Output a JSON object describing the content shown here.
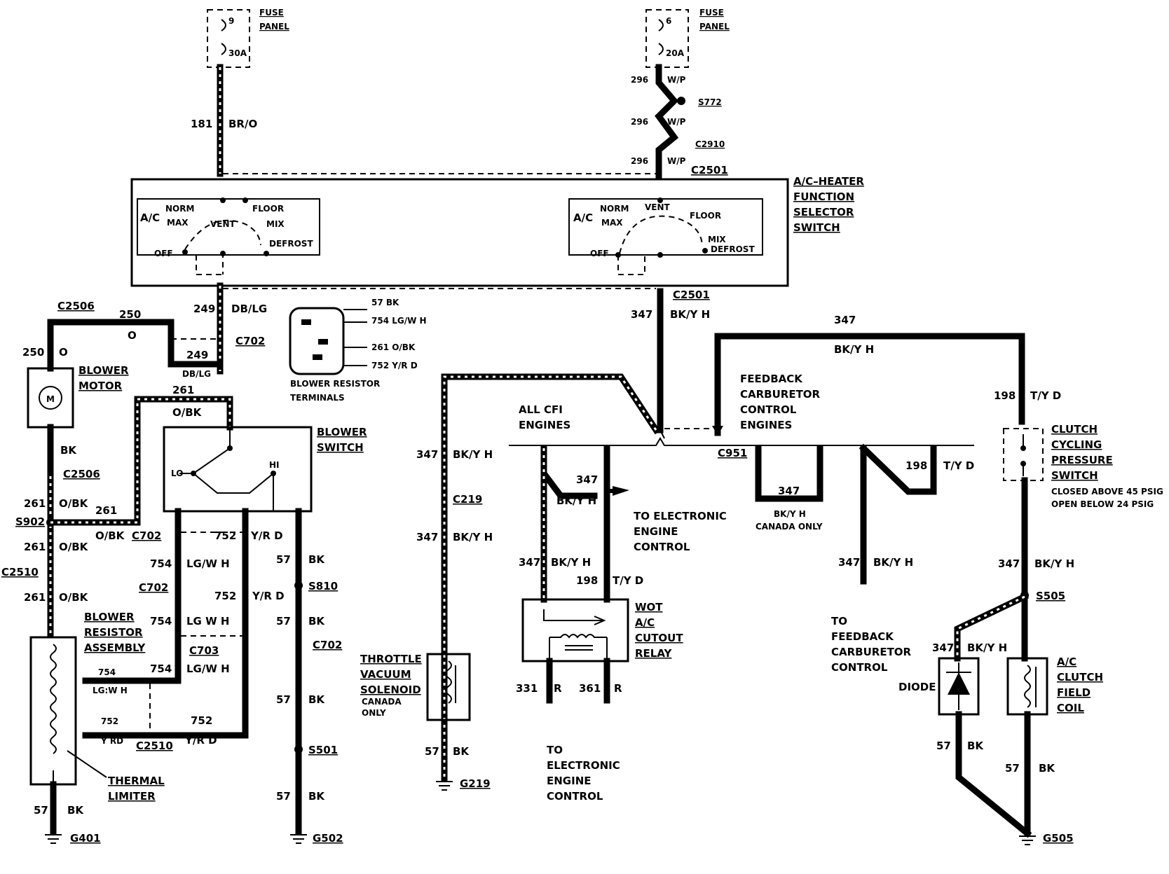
{
  "fuse_left": {
    "number": "9",
    "rating": "30A",
    "label_line1": "FUSE",
    "label_line2": "PANEL"
  },
  "fuse_right": {
    "number": "6",
    "rating": "20A",
    "label_line1": "FUSE",
    "label_line2": "PANEL"
  },
  "wires": {
    "w181": {
      "num": "181",
      "color": "BR/O"
    },
    "w296a": {
      "num": "296",
      "color": "W/P"
    },
    "w296b": {
      "num": "296",
      "color": "W/P"
    },
    "w296c": {
      "num": "296",
      "color": "W/P"
    },
    "w249a": {
      "num": "249",
      "color": "DB/LG"
    },
    "w249b": {
      "num": "249",
      "color": "DB/LG"
    },
    "w250a": {
      "num": "250",
      "color": "O"
    },
    "w250b": {
      "num": "250",
      "color": "O"
    },
    "w347top": {
      "num": "347",
      "color": "BK/Y H"
    },
    "w347feedback": {
      "num": "347",
      "color": "BK/Y H"
    },
    "w198clutch": {
      "num": "198",
      "color": "T/Y D"
    },
    "w261top": {
      "num": "261",
      "color": "O/BK"
    },
    "w261a": {
      "num": "261",
      "color": "O/BK"
    },
    "w261b": {
      "num": "261",
      "color": "O/BK"
    },
    "w261c": {
      "num": "261",
      "color": "O/BK"
    },
    "w261d": {
      "num": "261",
      "color": "O/BK"
    },
    "wBKmotor": {
      "num": "",
      "color": "BK"
    },
    "w754a": {
      "num": "754",
      "color": "LG/W H"
    },
    "w754b": {
      "num": "754",
      "color": "LG W H"
    },
    "w754c": {
      "num": "754",
      "color": "LG/W H"
    },
    "w754d": {
      "num": "754",
      "color": "LG:W H"
    },
    "w752a": {
      "num": "752",
      "color": "Y/R D"
    },
    "w752b": {
      "num": "752",
      "color": "Y/R D"
    },
    "w752c": {
      "num": "752",
      "color": "Y RD"
    },
    "w752d": {
      "num": "752",
      "color": "Y/R D"
    },
    "w57a": {
      "num": "57",
      "color": "BK"
    },
    "w57b": {
      "num": "57",
      "color": "BK"
    },
    "w57c": {
      "num": "57",
      "color": "BK"
    },
    "w57d": {
      "num": "57",
      "color": "BK"
    },
    "w57e": {
      "num": "57",
      "color": "BK"
    },
    "w57f": {
      "num": "57",
      "color": "BK"
    },
    "w57g": {
      "num": "57",
      "color": "BK"
    },
    "w347c219a": {
      "num": "347",
      "color": "BK/Y H"
    },
    "w347c219b": {
      "num": "347",
      "color": "BK/Y H"
    },
    "w347eec": {
      "num": "347",
      "color": "BK/Y H"
    },
    "w347relay": {
      "num": "347",
      "color": "BK/Y H"
    },
    "w198relay": {
      "num": "198",
      "color": "T/Y D"
    },
    "w331": {
      "num": "331",
      "color": "R"
    },
    "w361": {
      "num": "361",
      "color": "R"
    },
    "w347canada": {
      "num": "347",
      "color": "BK/Y H"
    },
    "w198c951": {
      "num": "198",
      "color": "T/Y D"
    },
    "w347fbc": {
      "num": "347",
      "color": "BK/Y H"
    },
    "w347s505": {
      "num": "347",
      "color": "BK/Y H"
    },
    "w347diode": {
      "num": "347",
      "color": "BK/Y H"
    }
  },
  "connectors": {
    "c2501_top": "C2501",
    "c2501_bot": "C2501",
    "c2910": "C2910",
    "s772": "S772",
    "c2506_top": "C2506",
    "c2506_mid": "C2506",
    "c702_top": "C702",
    "c702_blower": "C702",
    "c702_754": "C702",
    "c702_57": "C702",
    "c703": "C703",
    "c2510_left": "C2510",
    "c2510_bot": "C2510",
    "s902": "S902",
    "s810": "S810",
    "s501": "S501",
    "c219": "C219",
    "c951": "C951",
    "s505": "S505"
  },
  "grounds": {
    "g401": "G401",
    "g502": "G502",
    "g219": "G219",
    "g505": "G505"
  },
  "function_switch": {
    "title_lines": [
      "A/C–HEATER",
      "FUNCTION",
      "SELECTOR",
      "SWITCH"
    ],
    "left": {
      "ac": "A/C",
      "norm": "NORM",
      "max": "MAX",
      "vent": "VENT",
      "floor": "FLOOR",
      "mix": "MIX",
      "defrost": "DEFROST",
      "off": "OFF"
    },
    "right": {
      "ac": "A/C",
      "norm": "NORM",
      "max": "MAX",
      "vent": "VENT",
      "floor": "FLOOR",
      "mix": "MIX",
      "defrost": "DEFROST",
      "off": "OFF"
    }
  },
  "blower_motor": {
    "lines": [
      "BLOWER",
      "MOTOR"
    ],
    "symbol": "M"
  },
  "blower_switch": {
    "lines": [
      "BLOWER",
      "SWITCH"
    ],
    "lo": "LO",
    "hi": "HI"
  },
  "resistor_terminals": {
    "entries": [
      "57 BK",
      "754 LG/W H",
      "261 O/BK",
      "752 Y/R D"
    ],
    "caption_lines": [
      "BLOWER RESISTOR",
      "TERMINALS"
    ]
  },
  "resistor_assembly": {
    "lines": [
      "BLOWER",
      "RESISTOR",
      "ASSEMBLY"
    ]
  },
  "thermal_limiter": {
    "lines": [
      "THERMAL",
      "LIMITER"
    ]
  },
  "bus": {
    "cfi_lines": [
      "ALL CFI",
      "ENGINES"
    ],
    "feedback_lines": [
      "FEEDBACK",
      "CARBURETOR",
      "CONTROL",
      "ENGINES"
    ]
  },
  "to_eec_upper": [
    "TO ELECTRONIC",
    "ENGINE",
    "CONTROL"
  ],
  "to_eec_lower": [
    "TO",
    "ELECTRONIC",
    "ENGINE",
    "CONTROL"
  ],
  "to_fbc": [
    "TO",
    "FEEDBACK",
    "CARBURETOR",
    "CONTROL"
  ],
  "canada_only": "CANADA ONLY",
  "throttle_solenoid": {
    "lines": [
      "THROTTLE",
      "VACUUM",
      "SOLENOID"
    ],
    "note_lines": [
      "CANADA",
      "ONLY"
    ]
  },
  "wot_relay": {
    "lines": [
      "WOT",
      "A/C",
      "CUTOUT",
      "RELAY"
    ]
  },
  "clutch_switch": {
    "lines": [
      "CLUTCH",
      "CYCLING",
      "PRESSURE",
      "SWITCH"
    ],
    "notes": [
      "CLOSED ABOVE 45 PSIG",
      "OPEN BELOW 24 PSIG"
    ]
  },
  "diode": {
    "label": "DIODE"
  },
  "clutch_coil": {
    "lines": [
      "A/C",
      "CLUTCH",
      "FIELD",
      "COIL"
    ]
  }
}
